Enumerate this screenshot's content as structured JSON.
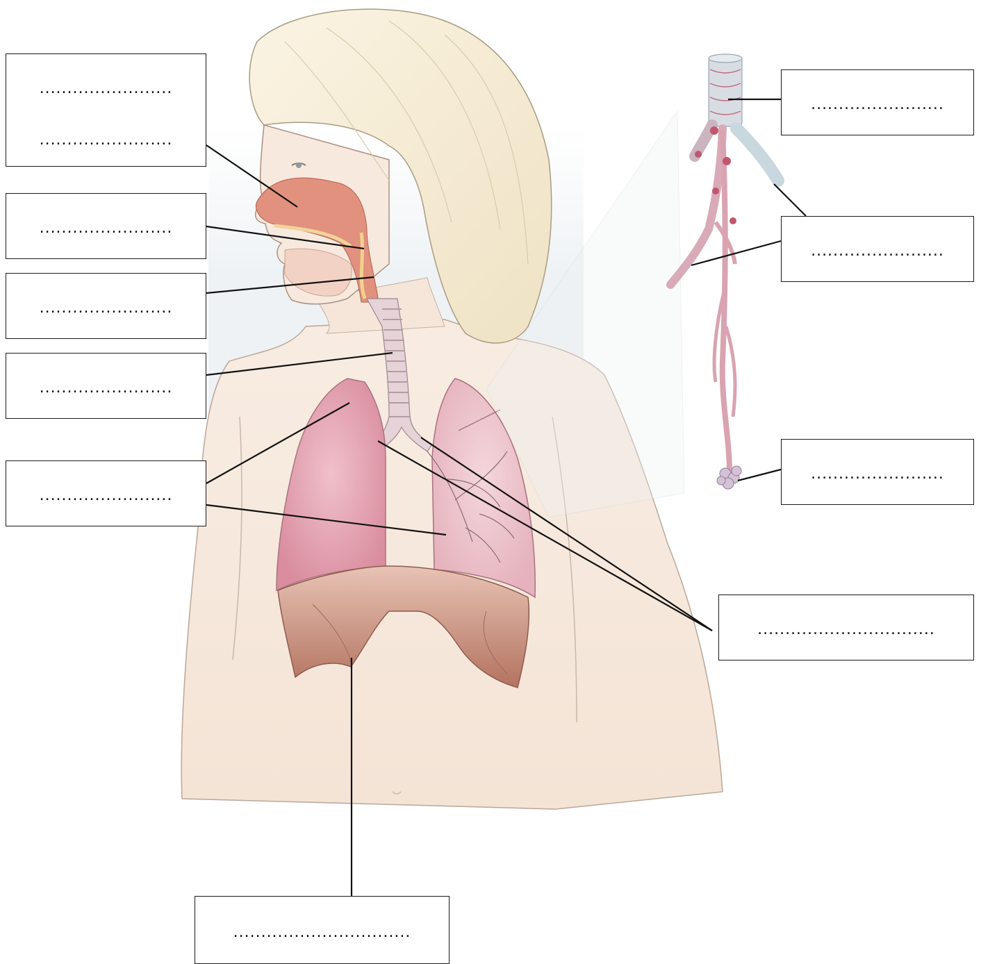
{
  "figure": {
    "subject": "respiratory system diagram — child torso with airways, lungs and diaphragm; inset of bronchial tree ending in alveoli"
  },
  "labels": [
    {
      "name": "nasal-cavity-label",
      "lines": [
        "........................",
        "........................"
      ]
    },
    {
      "name": "oral-cavity-label",
      "lines": [
        "........................"
      ]
    },
    {
      "name": "pharynx-label",
      "lines": [
        "........................"
      ]
    },
    {
      "name": "trachea-label",
      "lines": [
        "........................"
      ]
    },
    {
      "name": "lungs-label",
      "lines": [
        "........................"
      ]
    },
    {
      "name": "diaphragm-label",
      "lines": [
        "................................"
      ]
    },
    {
      "name": "bronchi-label",
      "lines": [
        "................................"
      ]
    },
    {
      "name": "inset-trachea-label",
      "lines": [
        "........................"
      ]
    },
    {
      "name": "inset-bronchioles-label",
      "lines": [
        "........................"
      ]
    },
    {
      "name": "alveoli-label",
      "lines": [
        "........................"
      ]
    }
  ],
  "colors": {
    "skin": "#f6e8dc",
    "hair": "#f4e9cf",
    "lung": "#e6a7b6",
    "muscle": "#c8877a",
    "trachea": "#dcc7cc",
    "leader": "#111111"
  }
}
